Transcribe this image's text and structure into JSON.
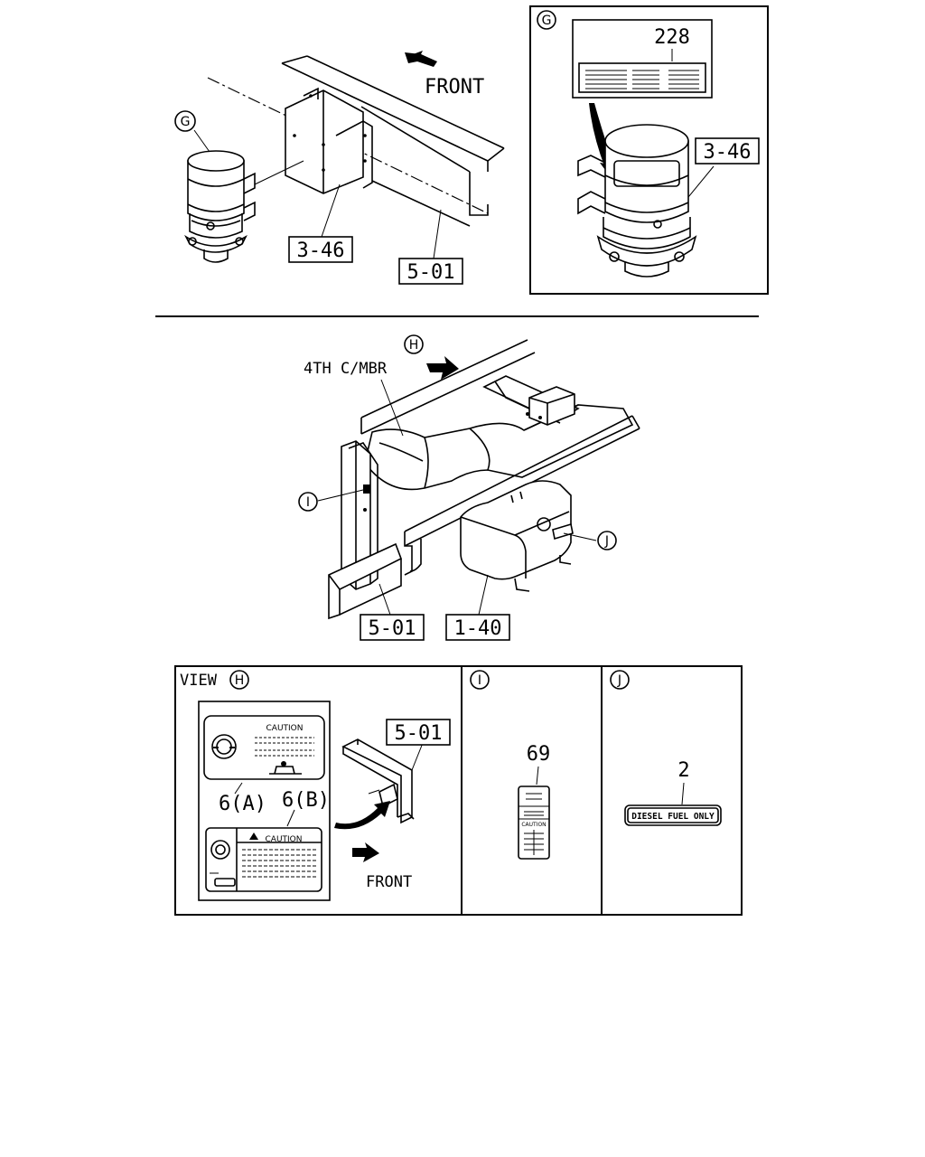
{
  "top": {
    "front_label": "FRONT",
    "callout_g": "G",
    "part_3_46_left": "3-46",
    "part_5_01_top": "5-01",
    "detail_g": {
      "callout": "G",
      "part_228": "228",
      "part_3_46": "3-46"
    }
  },
  "middle": {
    "callout_h": "H",
    "member_label": "4TH C/MBR",
    "callout_i": "I",
    "callout_j": "J",
    "part_5_01": "5-01",
    "part_1_40": "1-40"
  },
  "bottom": {
    "view_h": {
      "title": "VIEW",
      "callout": "H",
      "part_6a": "6(A)",
      "part_6b": "6(B)",
      "caution_a": "CAUTION",
      "caution_b": "CAUTION",
      "part_5_01": "5-01",
      "front_label": "FRONT"
    },
    "view_i": {
      "callout": "I",
      "part_69": "69",
      "label_caution": "CAUTION"
    },
    "view_j": {
      "callout": "J",
      "part_2": "2",
      "plate_text": "DIESEL FUEL ONLY"
    }
  }
}
